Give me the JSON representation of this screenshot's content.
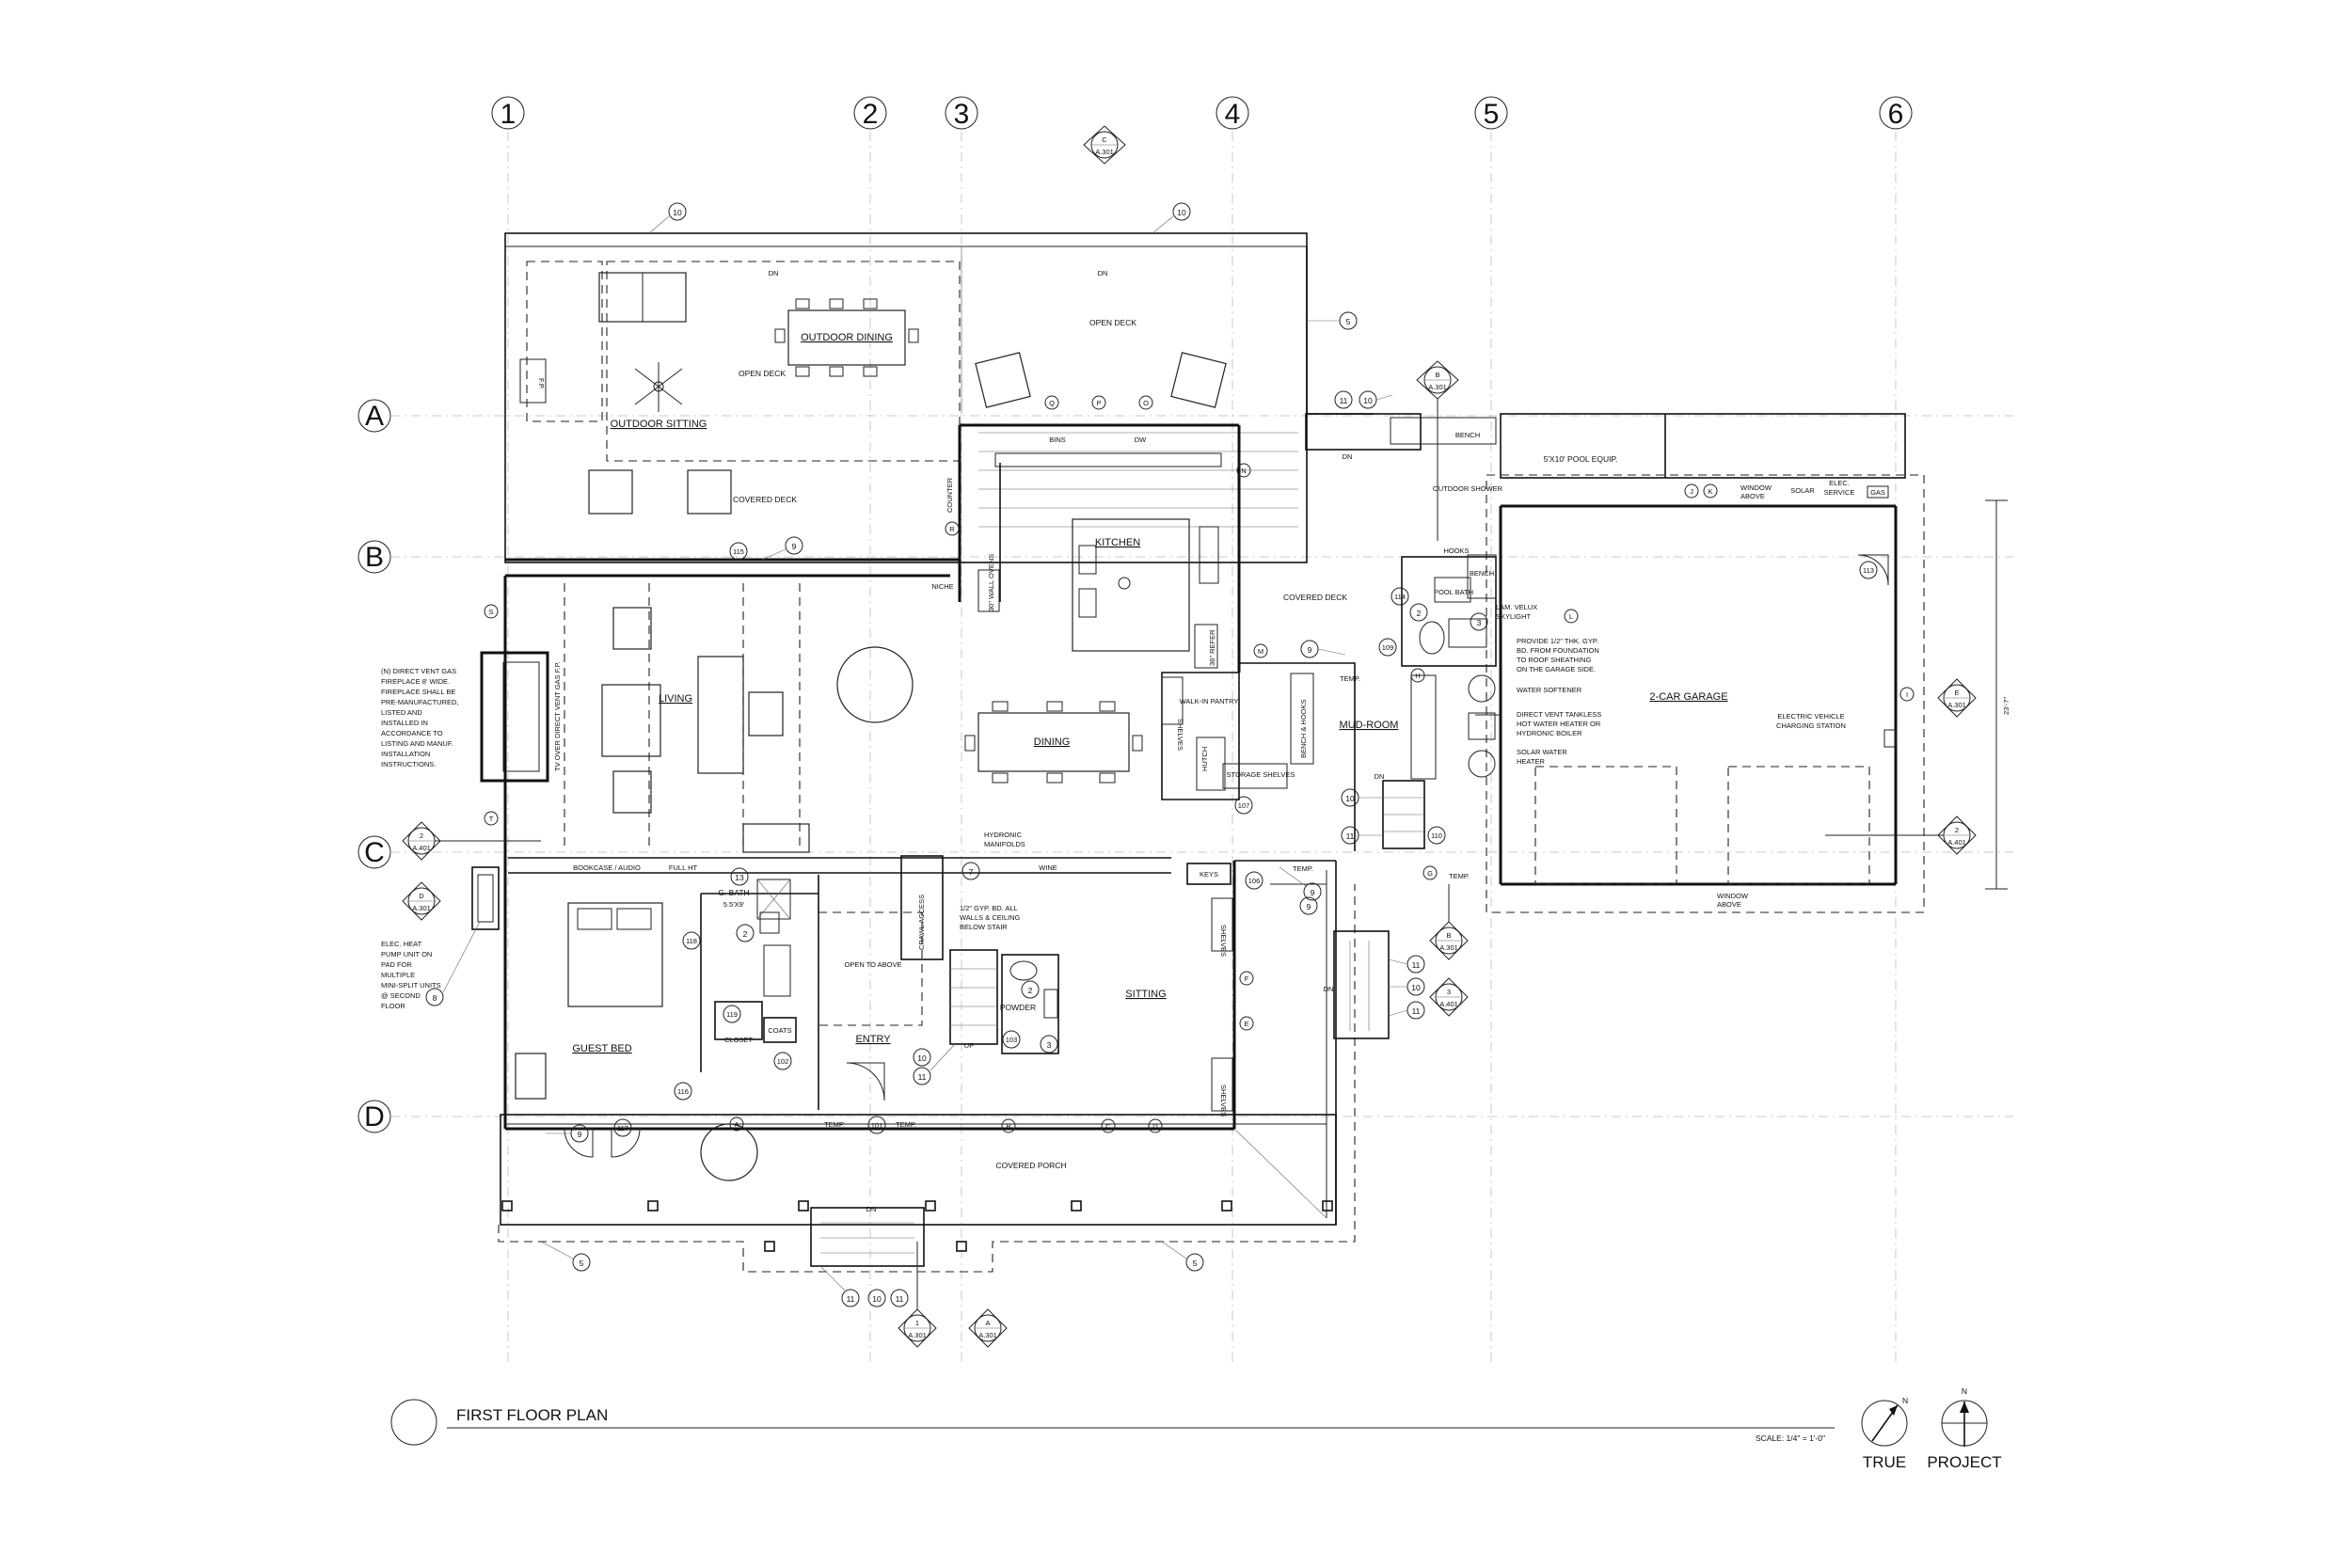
{
  "sheet": {
    "title": "FIRST FLOOR PLAN",
    "scale": "SCALE: 1/4\" = 1'-0\"",
    "north_true": "TRUE",
    "north_project": "PROJECT",
    "north_letter": "N"
  },
  "grid": {
    "columns": [
      "1",
      "2",
      "3",
      "4",
      "5",
      "6"
    ],
    "rows": [
      "A",
      "B",
      "C",
      "D"
    ]
  },
  "rooms": {
    "outdoor_sitting": "OUTDOOR SITTING",
    "outdoor_dining": "OUTDOOR DINING",
    "open_deck_1": "OPEN DECK",
    "open_deck_2": "OPEN DECK",
    "covered_deck_1": "COVERED DECK",
    "covered_deck_2": "COVERED DECK",
    "kitchen": "KITCHEN",
    "living": "LIVING",
    "dining": "DINING",
    "walk_in_pantry": "WALK-IN PANTRY",
    "mud_room": "MUD-ROOM",
    "pool_bath": "POOL BATH",
    "garage": "2-CAR GARAGE",
    "pool_equip": "5'X10' POOL EQUIP.",
    "guest_bed": "GUEST BED",
    "g_bath": "G. BATH",
    "g_bath_size": "5.5'X9'",
    "entry": "ENTRY",
    "sitting": "SITTING",
    "powder": "POWDER",
    "covered_porch": "COVERED PORCH",
    "open_to_above": "OPEN TO ABOVE",
    "closet": "CLOSET",
    "coats": "COATS",
    "storage_shelves": "STORAGE SHELVES",
    "outdoor_shower": "OUTDOOR SHOWER"
  },
  "notes": {
    "fireplace": [
      "(N) DIRECT VENT GAS",
      "FIREPLACE 8' WIDE.",
      "FIREPLACE SHALL BE",
      "PRE-MANUFACTURED,",
      "LISTED AND",
      "INSTALLED IN",
      "ACCORDANCE TO",
      "LISTING AND MANUF.",
      "INSTALLATION",
      "INSTRUCTIONS."
    ],
    "heat_pump": [
      "ELEC. HEAT",
      "PUMP UNIT ON",
      "PAD FOR",
      "MULTIPLE",
      "MINI-SPLIT UNITS",
      "@ SECOND",
      "FLOOR"
    ],
    "tv": "TV OVER DIRECT VENT GAS F.P.",
    "skylight": [
      "LAM. VELUX",
      "SKYLIGHT"
    ],
    "gyp_board": [
      "PROVIDE 1/2\" THK. GYP.",
      "BD. FROM FOUNDATION",
      "TO ROOF SHEATHING",
      "ON THE GARAGE SIDE."
    ],
    "water_softener": "WATER SOFTENER",
    "water_heater": [
      "DIRECT VENT TANKLESS",
      "HOT WATER HEATER OR",
      "HYDRONIC BOILER"
    ],
    "solar_heater": [
      "SOLAR WATER",
      "HEATER"
    ],
    "ev": [
      "ELECTRIC VEHICLE",
      "CHARGING STATION"
    ],
    "stair_gyp": [
      "1/2\" GYP. BD. ALL",
      "WALLS & CEILING",
      "BELOW STAIR"
    ],
    "hydronic": [
      "HYDRONIC",
      "MANIFOLDS"
    ],
    "bookcase": "BOOKCASE / AUDIO",
    "full_ht": "FULL HT",
    "wine": "WINE",
    "keys": "KEYS",
    "niche": "NICHE",
    "counter": "COUNTER",
    "wall_ovens": "30\" WALL OVENS",
    "bins": "BINS",
    "dw": "DW",
    "refer": "36\" REFER",
    "shelves": "SHELVES",
    "hutch": "HUTCH",
    "bench_hooks": "BENCH & HOOKS",
    "bench": "BENCH",
    "hooks": "HOOKS",
    "crawl_access": "CRAWL ACCESS",
    "window_above": [
      "WINDOW",
      "ABOVE"
    ],
    "solar": "SOLAR",
    "elec_service": [
      "ELEC.",
      "SERVICE"
    ],
    "gas": "GAS",
    "fp": "F.P.",
    "dn": "DN",
    "up": "UP",
    "temp": "TEMP.",
    "dimension": "23'-7\""
  },
  "room_tags": [
    "101",
    "102",
    "103",
    "106",
    "107",
    "109",
    "110",
    "113",
    "114",
    "115",
    "116",
    "117",
    "118",
    "119"
  ],
  "sections": [
    {
      "id": "C",
      "sheet": "A.301"
    },
    {
      "id": "B",
      "sheet": "A.301"
    },
    {
      "id": "E",
      "sheet": "A.301"
    },
    {
      "id": "2",
      "sheet": "A.401"
    },
    {
      "id": "D",
      "sheet": "A.301"
    },
    {
      "id": "B",
      "sheet": "A.301"
    },
    {
      "id": "3",
      "sheet": "A.401"
    },
    {
      "id": "1",
      "sheet": "A.301"
    },
    {
      "id": "A",
      "sheet": "A.301"
    },
    {
      "id": "2",
      "sheet": "A.401"
    }
  ],
  "keynotes": [
    "10",
    "10",
    "5",
    "11",
    "10",
    "9",
    "9",
    "10",
    "11",
    "13",
    "2",
    "7",
    "8",
    "11",
    "10",
    "11",
    "9",
    "10",
    "11",
    "2",
    "3",
    "2",
    "3",
    "9",
    "9",
    "5",
    "5",
    "11",
    "10",
    "11"
  ],
  "door_markers": [
    "Q",
    "P",
    "O",
    "N",
    "M",
    "L",
    "K",
    "J",
    "I",
    "H",
    "G",
    "F",
    "E",
    "D",
    "C",
    "B",
    "A",
    "S",
    "R",
    "T"
  ]
}
